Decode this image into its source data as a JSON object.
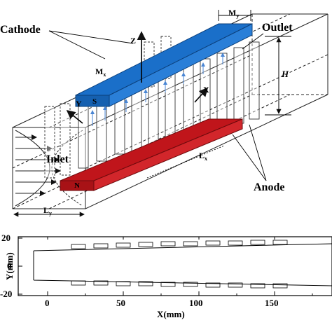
{
  "labels": {
    "cathode": "Cathode",
    "outlet": "Outlet",
    "inlet": "Inlet",
    "anode": "Anode",
    "z_axis": "Z",
    "x_axis": "X",
    "y_axis": "Y",
    "n_mark": "N",
    "s_mark": "S",
    "m_y_top": "M",
    "m_y_top_sub": "y",
    "m_x": "M",
    "m_x_sub": "x",
    "h": "H",
    "l_x": "L",
    "l_x_sub": "x",
    "l_y": "L",
    "l_y_sub": "y"
  },
  "colors": {
    "cathode": "#1a6fc9",
    "anode": "#c0151b",
    "line": "#222222",
    "arrow": "#4a86d4"
  },
  "plot": {
    "xlabel": "X(mm)",
    "ylabel": "Y(mm)",
    "x_ticks": [
      "0",
      "50",
      "100",
      "150"
    ],
    "y_ticks": [
      "20",
      "0",
      "-20"
    ]
  }
}
